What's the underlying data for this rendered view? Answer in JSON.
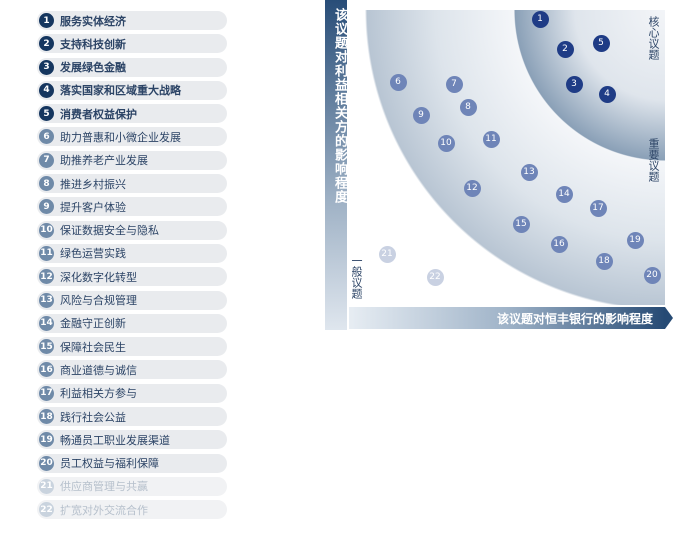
{
  "topics": [
    {
      "num": "1",
      "label": "服务实体经济",
      "tier": "core"
    },
    {
      "num": "2",
      "label": "支持科技创新",
      "tier": "core"
    },
    {
      "num": "3",
      "label": "发展绿色金融",
      "tier": "core"
    },
    {
      "num": "4",
      "label": "落实国家和区域重大战略",
      "tier": "core"
    },
    {
      "num": "5",
      "label": "消费者权益保护",
      "tier": "core"
    },
    {
      "num": "6",
      "label": "助力普惠和小微企业发展",
      "tier": "imp"
    },
    {
      "num": "7",
      "label": "助推养老产业发展",
      "tier": "imp"
    },
    {
      "num": "8",
      "label": "推进乡村振兴",
      "tier": "imp"
    },
    {
      "num": "9",
      "label": "提升客户体验",
      "tier": "imp"
    },
    {
      "num": "10",
      "label": "保证数据安全与隐私",
      "tier": "imp"
    },
    {
      "num": "11",
      "label": "绿色运营实践",
      "tier": "imp"
    },
    {
      "num": "12",
      "label": "深化数字化转型",
      "tier": "imp"
    },
    {
      "num": "13",
      "label": "风险与合规管理",
      "tier": "imp"
    },
    {
      "num": "14",
      "label": "金融守正创新",
      "tier": "imp"
    },
    {
      "num": "15",
      "label": "保障社会民生",
      "tier": "imp"
    },
    {
      "num": "16",
      "label": "商业道德与诚信",
      "tier": "imp"
    },
    {
      "num": "17",
      "label": "利益相关方参与",
      "tier": "imp"
    },
    {
      "num": "18",
      "label": "践行社会公益",
      "tier": "imp"
    },
    {
      "num": "19",
      "label": "畅通员工职业发展渠道",
      "tier": "imp"
    },
    {
      "num": "20",
      "label": "员工权益与福利保障",
      "tier": "imp"
    },
    {
      "num": "21",
      "label": "供应商管理与共赢",
      "tier": "gen"
    },
    {
      "num": "22",
      "label": "扩宽对外交流合作",
      "tier": "gen"
    }
  ],
  "axes": {
    "y_label": "该议题对利益相关方的影响程度",
    "x_label": "该议题对恒丰银行的影响程度"
  },
  "zones": {
    "core": "核心议题",
    "important": "重要议题",
    "general": "一般议题"
  },
  "colors": {
    "core": "#1f3c86",
    "important": "#6f85b8",
    "general": "#c9d1e2",
    "axis": "#264a74"
  }
}
